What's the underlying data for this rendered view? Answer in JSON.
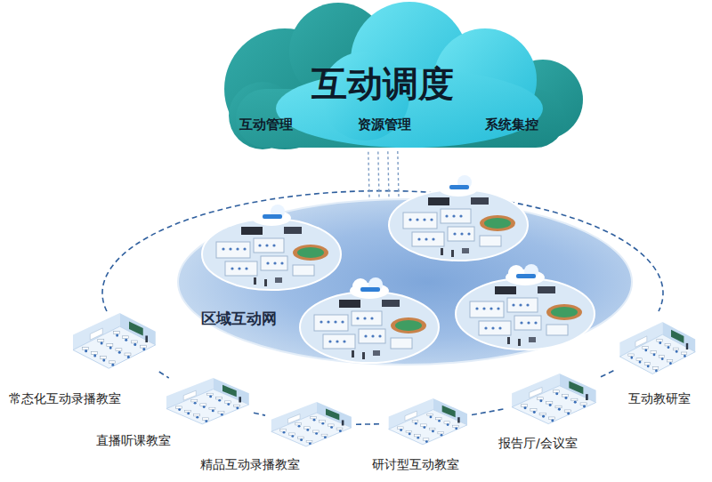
{
  "diagram": {
    "nodes": [
      {
        "text": [
          "互动调度",
          "互动管理",
          "资源管理",
          "系统集控"
        ]
      },
      {
        "text": [
          "区域互动网"
        ]
      },
      {
        "text": [
          "常态化互动录播教室"
        ]
      },
      {
        "text": [
          "直播听课教室"
        ]
      },
      {
        "text": [
          "精品互动录播教室"
        ]
      },
      {
        "text": [
          "研讨型互动教室"
        ]
      },
      {
        "text": [
          "报告厅/会议室"
        ]
      },
      {
        "text": [
          "互动教研室"
        ]
      }
    ],
    "edges": [
      {
        "from": 0,
        "to": 1,
        "arrow": "none"
      },
      {
        "from": 2,
        "to": 3,
        "arrow": "none"
      },
      {
        "from": 3,
        "to": 4,
        "arrow": "none"
      },
      {
        "from": 4,
        "to": 5,
        "arrow": "none"
      },
      {
        "from": 5,
        "to": 6,
        "arrow": "none"
      },
      {
        "from": 6,
        "to": 7,
        "arrow": "none"
      }
    ]
  }
}
